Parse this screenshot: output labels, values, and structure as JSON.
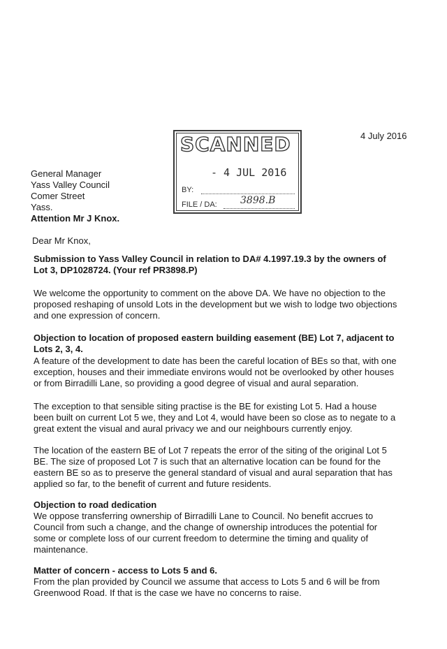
{
  "date": "4 July 2016",
  "stamp": {
    "title": "SCANNED",
    "date": "- 4  JUL  2016",
    "by_label": "BY:",
    "file_label": "FILE / DA:",
    "file_handwritten": "3898.B"
  },
  "address": [
    "General Manager",
    "Yass Valley Council",
    "Comer Street",
    "Yass."
  ],
  "attention": "Attention Mr J Knox.",
  "salutation": "Dear Mr Knox,",
  "subject": [
    "Submission to Yass Valley Council in relation to DA# 4.1997.19.3 by the owners of",
    "Lot 3,  DP1028724.  (Your ref PR3898.P)"
  ],
  "intro": [
    "We welcome the opportunity to comment on the above DA.  We have no objection to the",
    "proposed reshaping of unsold Lots in the development but we wish to lodge two objections",
    "and one expression of concern."
  ],
  "section1": {
    "heading": [
      "Objection to location of proposed eastern building easement (BE) Lot 7, adjacent to",
      "Lots 2, 3, 4."
    ],
    "para1": [
      "A feature of the development to date has been the careful location of BEs so that, with one",
      "exception, houses and their immediate environs would not be overlooked by other houses",
      "or from Birradilli Lane, so providing a good degree of visual and aural separation."
    ],
    "para2": [
      "The exception to that sensible siting practise is the BE for existing Lot 5. Had a house",
      "been built on current Lot 5 we, they and Lot 4, would have been so close as to negate to a",
      "great extent the visual and aural privacy we and our neighbours currently enjoy."
    ],
    "para3": [
      "The location of the eastern BE of Lot 7 repeats the error of the siting of the original Lot 5",
      "BE.  The size of proposed Lot 7 is such that an alternative location can be found for the",
      "eastern BE so as to preserve the general standard of visual and aural separation that has",
      "applied so far, to the benefit of current and future residents."
    ]
  },
  "section2": {
    "heading": "Objection to road dedication",
    "para": [
      "We oppose transferring ownership of Birradilli Lane to Council.  No benefit accrues to",
      "Council from such a change, and the change of ownership introduces the potential for",
      "some or complete loss of our current freedom to determine the timing and quality of",
      "maintenance."
    ]
  },
  "section3": {
    "heading": "Matter of concern - access to Lots 5 and 6.",
    "para": [
      "From the plan provided by Council we assume that access to Lots 5 and 6 will be from",
      "Greenwood Road. If that is the case we have no concerns to raise."
    ]
  }
}
